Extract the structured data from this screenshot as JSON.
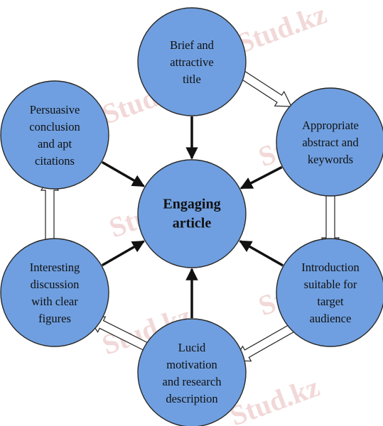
{
  "diagram": {
    "center": {
      "label": [
        "Engaging",
        "article"
      ]
    },
    "nodes": [
      {
        "id": "title",
        "label": [
          "Brief and",
          "attractive",
          "title"
        ]
      },
      {
        "id": "abstract",
        "label": [
          "Appropriate",
          "abstract and",
          "keywords"
        ]
      },
      {
        "id": "introduction",
        "label": [
          "Introduction",
          "suitable for",
          "target",
          "audience"
        ]
      },
      {
        "id": "motivation",
        "label": [
          "Lucid",
          "motivation",
          "and research",
          "description"
        ]
      },
      {
        "id": "discussion",
        "label": [
          "Interesting",
          "discussion",
          "with clear",
          "figures"
        ]
      },
      {
        "id": "conclusion",
        "label": [
          "Persuasive",
          "conclusion",
          "and apt",
          "citations"
        ]
      }
    ],
    "cycle_order": [
      "title",
      "abstract",
      "introduction",
      "motivation",
      "discussion",
      "conclusion"
    ],
    "colors": {
      "node_fill": "#6f9fe0",
      "outline": "#2a2a2a",
      "spoke_arrow": "#111111",
      "cycle_arrow_fill": "#ffffff"
    }
  },
  "watermark": {
    "text": "Stud.kz",
    "color": "#e9b9b9"
  }
}
